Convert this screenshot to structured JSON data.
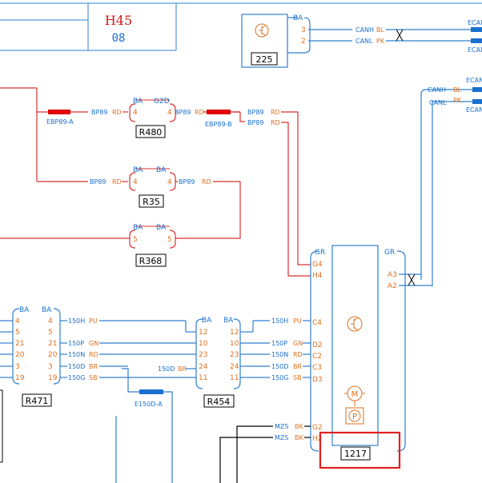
{
  "title_block": {
    "code": "H45",
    "sub": "08"
  },
  "colors": {
    "wire_red": "#d83030",
    "wire_blue": "#2f7fd0",
    "label_blue": "#1a6fd0",
    "label_orange": "#e07020",
    "highlight": "#e02020",
    "fuse_red": "#e00000",
    "fuse_blue": "#1a6fd0"
  },
  "icons": {
    "transistor": "transistor-symbol-icon",
    "motor": "motor-M-icon",
    "park": "park-brake-P-icon"
  },
  "c225": {
    "ba": "BA",
    "pin3": "3",
    "pin2": "2",
    "canh": "CANH",
    "bl": "BL",
    "canl": "CANL",
    "pk": "PK",
    "ecan1": "ECAN",
    "ecan2": "ECAN",
    "id": "225"
  },
  "right_can": {
    "canh": "CANH",
    "bl": "BL",
    "canl": "CANL",
    "pk": "PK",
    "ecan1": "ECAN",
    "ecan2": "ECAN"
  },
  "ebp89a": "EBP89-A",
  "ebp89b": "EBP89-B",
  "r480": {
    "ba": "BA",
    "g2d": "G2D",
    "p_left": "4",
    "p_right": "4",
    "w_in": "BP89",
    "w_in_c": "RD",
    "w_out": "BP89",
    "w_out_c": "RD",
    "id": "R480"
  },
  "bp89_after_b1": {
    "w": "BP89",
    "c": "RD"
  },
  "bp89_after_b2": {
    "w": "BP89",
    "c": "RD"
  },
  "r35": {
    "ba1": "BA",
    "ba2": "BA",
    "p_left": "4",
    "p_right": "4",
    "w_in": "BP89",
    "w_in_c": "RD",
    "w_out": "BP89",
    "w_out_c": "RD",
    "id": "R35"
  },
  "r368": {
    "ba1": "BA",
    "ba2": "BA",
    "p_left": "5",
    "p_right": "5",
    "id": "R368"
  },
  "c1217": {
    "gr_left": "GR",
    "gr_right": "GR",
    "g4": "G4",
    "h4": "H4",
    "a3": "A3",
    "a2": "A2",
    "c4": "C4",
    "d2": "D2",
    "c2": "C2",
    "c3": "C3",
    "d3": "D3",
    "g2": "G2",
    "h2": "H2",
    "id": "1217"
  },
  "r471": {
    "ba1": "BA",
    "ba2": "BA",
    "left_pins": [
      "4",
      "5",
      "21",
      "20",
      "3",
      "19"
    ],
    "right_pins": [
      "4",
      "5",
      "21",
      "20",
      "3",
      "19"
    ],
    "id": "R471"
  },
  "r454": {
    "ba1": "BA",
    "ba2": "BA",
    "left_pins": [
      "12",
      "10",
      "23",
      "24",
      "11"
    ],
    "right_pins": [
      "12",
      "10",
      "23",
      "24",
      "11"
    ],
    "id": "R454"
  },
  "wires_left": [
    {
      "w": "150H",
      "c": "PU"
    },
    {
      "w": "150P",
      "c": "GN"
    },
    {
      "w": "150N",
      "c": "RD"
    },
    {
      "w": "150D",
      "c": "BR"
    },
    {
      "w": "150G",
      "c": "SB"
    }
  ],
  "wire_mid": {
    "w": "150D",
    "c": "BR"
  },
  "wires_right": [
    {
      "w": "150H",
      "c": "PU"
    },
    {
      "w": "150P",
      "c": "GN"
    },
    {
      "w": "150N",
      "c": "RD"
    },
    {
      "w": "150D",
      "c": "BR"
    },
    {
      "w": "150G",
      "c": "SB"
    }
  ],
  "e150d": "E150D-A",
  "mzs1": {
    "w": "MZS",
    "c": "BK"
  },
  "mzs2": {
    "w": "MZS",
    "c": "BK"
  }
}
